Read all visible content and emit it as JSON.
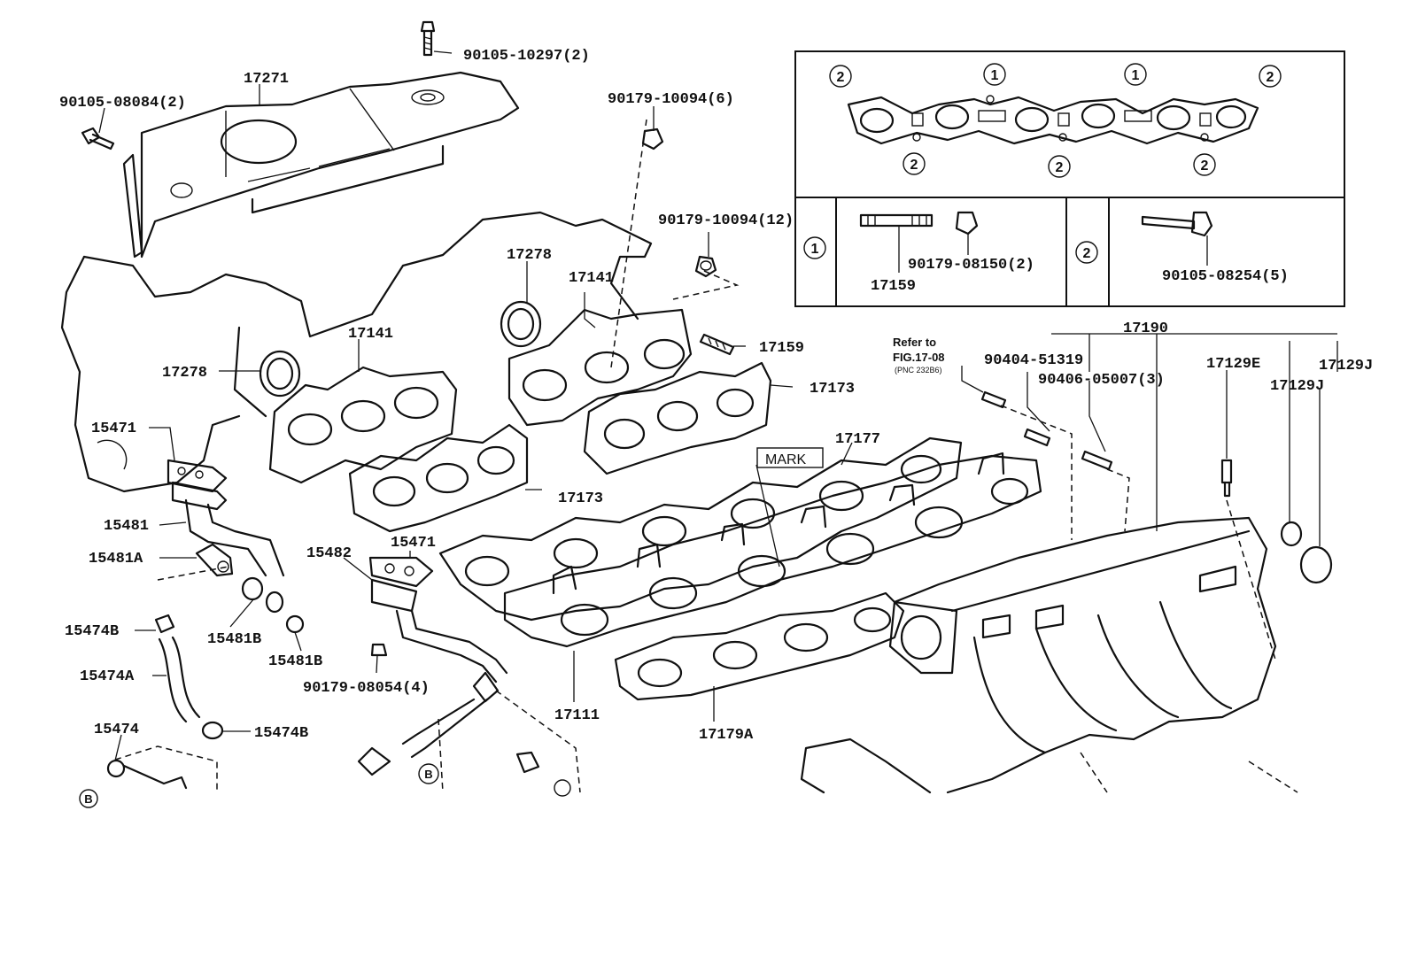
{
  "callouts": {
    "p90105_10297": "90105-10297(2)",
    "p17271": "17271",
    "p90105_08084": "90105-08084(2)",
    "p90179_10094_6": "90179-10094(6)",
    "p90179_10094_12": "90179-10094(12)",
    "p17278_a": "17278",
    "p17141_a": "17141",
    "p17278_b": "17278",
    "p17141_b": "17141",
    "p17159": "17159",
    "p17173_a": "17173",
    "p17173_b": "17173",
    "p15471_a": "15471",
    "p15481": "15481",
    "p15481A": "15481A",
    "p15482": "15482",
    "p15471_b": "15471",
    "p15474B_a": "15474B",
    "p15481B_a": "15481B",
    "p15481B_b": "15481B",
    "p15474A": "15474A",
    "p90179_08054": "90179-08054(4)",
    "p15474": "15474",
    "p15474B_b": "15474B",
    "p17111": "17111",
    "p17179A": "17179A",
    "p17177": "17177",
    "mark": "MARK",
    "p17190": "17190",
    "p90404_51319": "90404-51319",
    "p90406_05007": "90406-05007(3)",
    "p17129E": "17129E",
    "p17129J_a": "17129J",
    "p17129J_b": "17129J",
    "refer_line1": "Refer to",
    "refer_line2": "FIG.17-08",
    "refer_line3": "(PNC 232B6)",
    "circle_b_a": "B",
    "circle_b_b": "B"
  },
  "inset": {
    "gasket_markers_top": [
      "2",
      "1",
      "1",
      "2"
    ],
    "gasket_markers_bottom": [
      "2",
      "2",
      "2"
    ],
    "row_marker_1": "1",
    "row_marker_2": "2",
    "part_17159": "17159",
    "part_90179_08150": "90179-08150(2)",
    "part_90105_08254": "90105-08254(5)"
  }
}
